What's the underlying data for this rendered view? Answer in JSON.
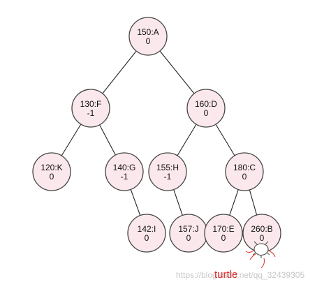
{
  "tree": {
    "nodes": [
      {
        "id": "A",
        "key": "150:A",
        "balance": "0"
      },
      {
        "id": "F",
        "key": "130:F",
        "balance": "-1"
      },
      {
        "id": "D",
        "key": "160:D",
        "balance": "0"
      },
      {
        "id": "K",
        "key": "120:K",
        "balance": "0"
      },
      {
        "id": "G",
        "key": "140:G",
        "balance": "-1"
      },
      {
        "id": "H",
        "key": "155:H",
        "balance": "-1"
      },
      {
        "id": "C",
        "key": "180:C",
        "balance": "0"
      },
      {
        "id": "I",
        "key": "142:I",
        "balance": "0"
      },
      {
        "id": "J",
        "key": "157:J",
        "balance": "0"
      },
      {
        "id": "E",
        "key": "170:E",
        "balance": "0"
      },
      {
        "id": "B",
        "key": "260:B",
        "balance": "0"
      }
    ],
    "edges": [
      [
        "A",
        "F"
      ],
      [
        "A",
        "D"
      ],
      [
        "F",
        "K"
      ],
      [
        "F",
        "G"
      ],
      [
        "D",
        "H"
      ],
      [
        "D",
        "C"
      ],
      [
        "G",
        "I"
      ],
      [
        "H",
        "J"
      ],
      [
        "C",
        "E"
      ],
      [
        "C",
        "B"
      ]
    ]
  },
  "annotation": {
    "turtle_label": "turtle",
    "turtle_color": "#e02a2a"
  },
  "watermark": {
    "text": "https://blog.csdn.net/qq_32439305"
  }
}
